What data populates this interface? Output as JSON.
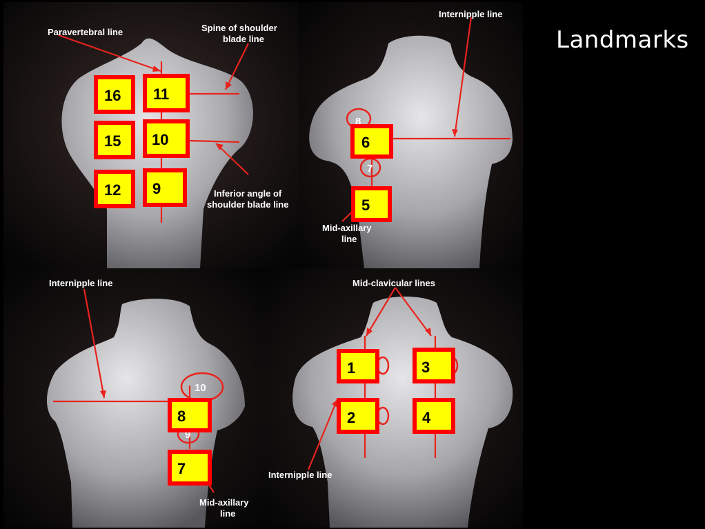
{
  "title": "Landmarks",
  "panels": {
    "back": {
      "paravertebral": "Paravertebral line",
      "spine_l1": "Spine of shoulder",
      "spine_l2": "blade line",
      "inferior_l1": "Inferior angle of",
      "inferior_l2": "shoulder blade line",
      "boxes": [
        "16",
        "11",
        "15",
        "10",
        "12",
        "9"
      ]
    },
    "side_right": {
      "internipple": "Internipple line",
      "midaxillary_l1": "Mid-axillary",
      "midaxillary_l2": "line",
      "ring_top": "8",
      "ring_mid": "7",
      "boxes": [
        "6",
        "5"
      ]
    },
    "side_left": {
      "internipple": "Internipple line",
      "midaxillary_l1": "Mid-axillary",
      "midaxillary_l2": "line",
      "ring_top": "10",
      "ring_mid": "9",
      "boxes": [
        "8",
        "7"
      ]
    },
    "front": {
      "midclavicular": "Mid-clavicular lines",
      "internipple": "Internipple line",
      "boxes": [
        "1",
        "3",
        "2",
        "4"
      ]
    }
  },
  "colors": {
    "box_fill": "#ffff00",
    "box_border": "#ff0000",
    "line": "#e8231c"
  }
}
